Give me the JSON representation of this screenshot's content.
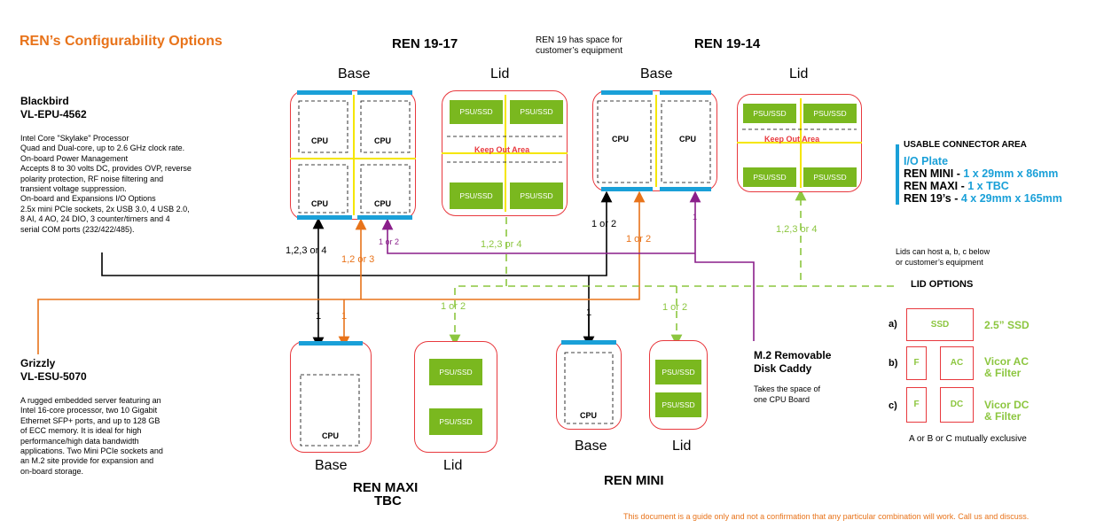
{
  "title": "REN’s Configurability Options",
  "headers": {
    "ren1917": "REN 19-17",
    "ren1914": "REN 19-14",
    "ren_maxi": "REN MAXI",
    "ren_maxi_tbc": "TBC",
    "ren_mini": "REN MINI"
  },
  "ren19_note": [
    "REN 19 has space for",
    "customer’s equipment"
  ],
  "labels": {
    "base": "Base",
    "lid": "Lid",
    "cpu": "CPU",
    "psu_ssd": "PSU/SSD",
    "keep_out": "Keep Out Area"
  },
  "blackbird": {
    "name": [
      "Blackbird",
      "VL-EPU-4562"
    ],
    "description": [
      "Intel Core \"Skylake\" Processor",
      "Quad and Dual-core, up to 2.6 GHz clock rate.",
      "On-board Power Management",
      "Accepts 8 to 30 volts DC, provides OVP, reverse",
      "polarity protection, RF noise filtering and",
      "transient voltage suppression.",
      "On-board and Expansions I/O Options",
      "2.5x mini PCIe sockets, 2x USB 3.0, 4 USB 2.0,",
      "8 AI, 4 AO, 24 DIO, 3 counter/timers and 4",
      "serial COM ports (232/422/485)."
    ]
  },
  "grizzly": {
    "name": [
      "Grizzly",
      "VL-ESU-5070"
    ],
    "description": [
      "A rugged embedded server featuring an",
      "Intel 16-core processor, two 10 Gigabit",
      "Ethernet SFP+ ports, and up to 128 GB",
      "of ECC memory. It is ideal for high",
      "performance/high data bandwidth",
      "applications. Two Mini PCIe sockets and",
      "an M.2 site provide for expansion and",
      "on-board storage."
    ]
  },
  "connection_labels": {
    "black_1234": "1,2,3 or 4",
    "orange_123": "1,2 or 3",
    "purple_12": "1 or 2",
    "green_1234_a": "1,2,3 or 4",
    "black_12": "1 or 2",
    "orange_12": "1 or 2",
    "purple_1": "1",
    "green_1234_b": "1,2,3 or 4",
    "black_1": "1",
    "orange_1": "1",
    "green_12_a": "1 or 2",
    "black_1_mini": "1",
    "green_12_b": "1 or 2"
  },
  "m2": {
    "title": [
      "M.2 Removable",
      "Disk Caddy"
    ],
    "note": [
      "Takes the space of",
      "one CPU Board"
    ]
  },
  "connector_area": {
    "title": "USABLE CONNECTOR AREA",
    "io_plate": "I/O Plate",
    "rows": [
      {
        "name": "REN MINI -",
        "value": "1 x 29mm x 86mm"
      },
      {
        "name": "REN MAXI -",
        "value": "1 x TBC"
      },
      {
        "name": "REN 19’s -",
        "value": "4 x 29mm x 165mm"
      }
    ],
    "accent_color": "#1aa0d8"
  },
  "lid_options": {
    "note": [
      "Lids can host a, b, c below",
      "or customer’s equipment"
    ],
    "title": "LID OPTIONS",
    "options": [
      {
        "letter": "a)",
        "boxes": [
          "SSD"
        ],
        "text": [
          "2.5” SSD"
        ]
      },
      {
        "letter": "b)",
        "boxes": [
          "F",
          "AC"
        ],
        "text": [
          "Vicor AC",
          "& Filter"
        ]
      },
      {
        "letter": "c)",
        "boxes": [
          "F",
          "DC"
        ],
        "text": [
          "Vicor DC",
          "& Filter"
        ]
      }
    ],
    "footer": "A or B or C mutually exclusive"
  },
  "disclaimer": "This document is a guide only and not a confirmation that any particular combination will work.  Call us and discuss.",
  "colors": {
    "orange": "#e8731a",
    "red": "#e8393e",
    "green": "#8cc63f",
    "psu_green": "#7ab81f",
    "blue": "#1aa0d8",
    "purple": "#8a1f8a",
    "yellow": "#f5e600"
  }
}
